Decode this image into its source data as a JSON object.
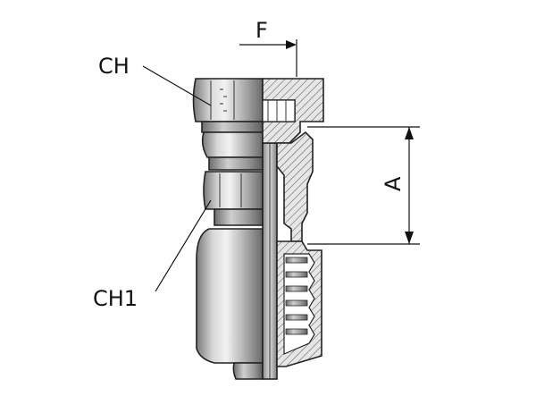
{
  "labels": {
    "ch": "CH",
    "ch1": "CH1",
    "f": "F",
    "a": "A"
  }
}
